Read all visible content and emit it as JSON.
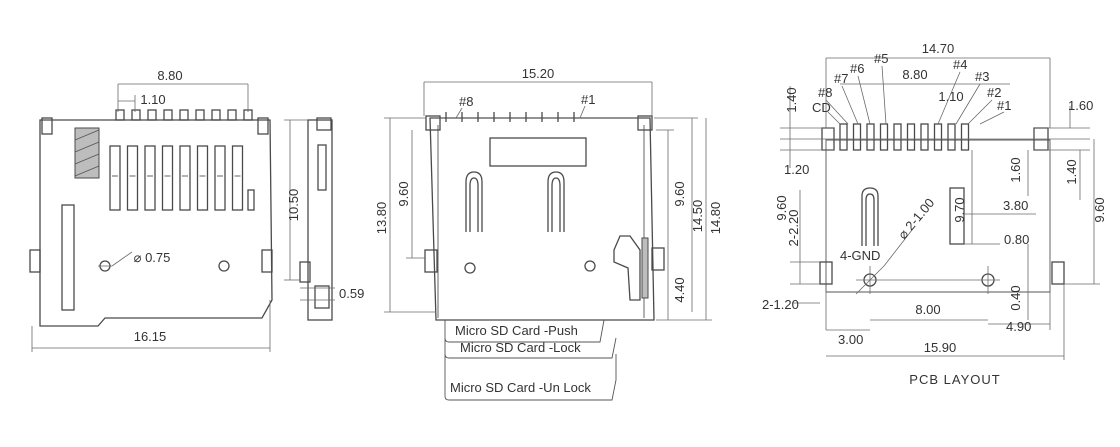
{
  "views": {
    "front": {
      "dims": {
        "top_width": "8.80",
        "pitch": "1.10",
        "hole_dia": "⌀ 0.75",
        "bottom_width": "16.15"
      }
    },
    "side": {
      "dims": {
        "height": "10.50",
        "bottom": "0.59"
      }
    },
    "top": {
      "dims": {
        "width": "15.20",
        "h1": "13.80",
        "h2": "9.60",
        "h3": "9.60",
        "h4": "14.50",
        "h5": "14.80",
        "h6": "4.40"
      },
      "pins": {
        "p8": "#8",
        "p1": "#1"
      },
      "states": [
        "Micro SD Card -Push",
        "Micro SD Card -Lock",
        "Micro SD Card -Un Lock"
      ]
    },
    "pcb": {
      "title": "PCB  LAYOUT",
      "dims": {
        "w1": "14.70",
        "w2": "8.80",
        "w3": "1.10",
        "l1": "1.40",
        "l2": "1.20",
        "l3": "9.60",
        "l4": "2-2.20",
        "l5": "2-1.20",
        "r1": "1.60",
        "r2": "1.60",
        "r3": "1.40",
        "r4": "9.60",
        "m1": "9.70",
        "m2": "3.80",
        "m3": "0.80",
        "m4": "0.40",
        "hole": "⌀ 2-1.00",
        "gnd": "4-GND",
        "b1": "3.00",
        "b2": "8.00",
        "b3": "4.90",
        "b4": "15.90"
      },
      "labels": {
        "cd": "CD",
        "p1": "#1",
        "p2": "#2",
        "p3": "#3",
        "p4": "#4",
        "p5": "#5",
        "p6": "#6",
        "p7": "#7",
        "p8": "#8"
      }
    }
  }
}
